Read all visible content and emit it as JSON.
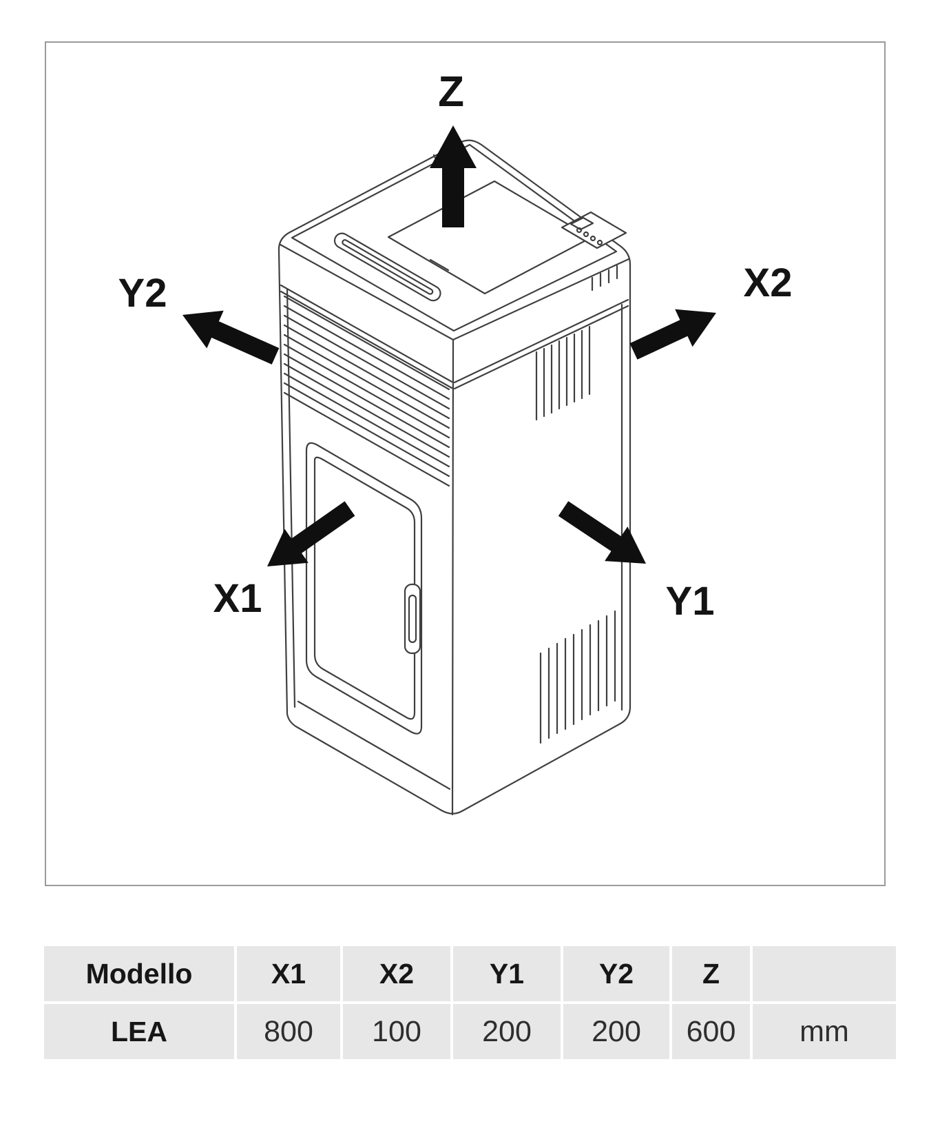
{
  "diagram": {
    "labels": {
      "z": "Z",
      "y2": "Y2",
      "x2": "X2",
      "x1": "X1",
      "y1": "Y1"
    }
  },
  "table": {
    "headers": [
      "Modello",
      "X1",
      "X2",
      "Y1",
      "Y2",
      "Z",
      ""
    ],
    "row": [
      "LEA",
      "800",
      "100",
      "200",
      "200",
      "600",
      "mm"
    ]
  }
}
